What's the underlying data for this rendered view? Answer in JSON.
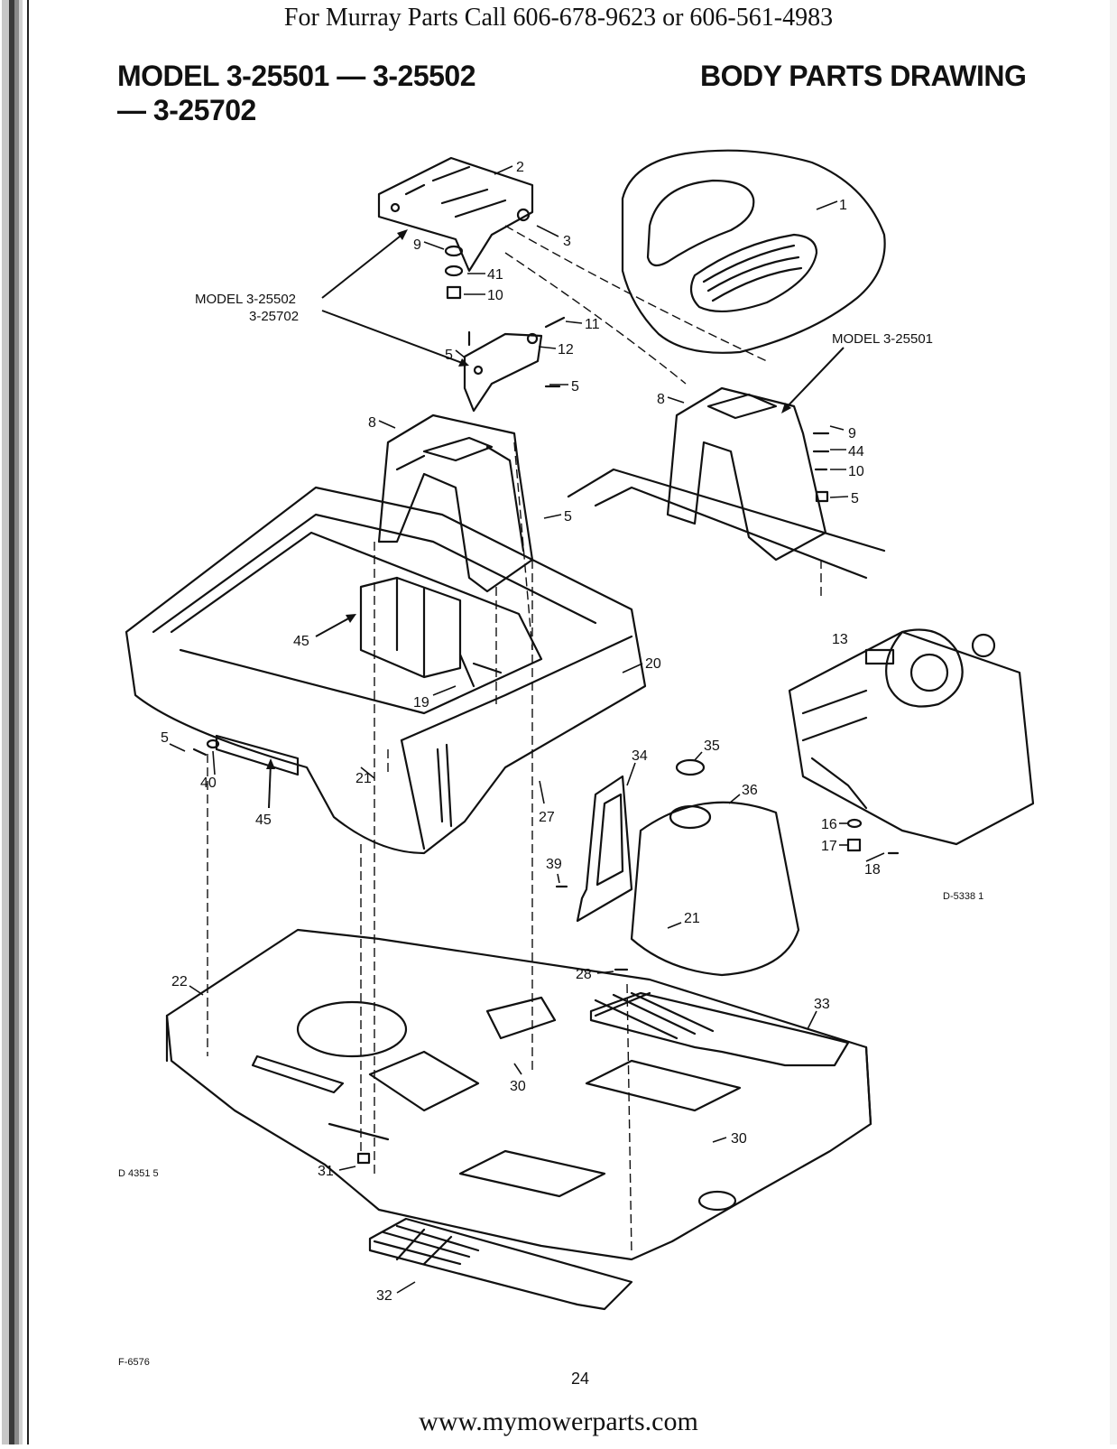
{
  "header": {
    "contact": "For Murray Parts Call 606-678-9623 or 606-561-4983"
  },
  "title": {
    "model_line1": "MODEL 3-25501 — 3-25502",
    "model_line2": "— 3-25702",
    "drawing": "BODY PARTS DRAWING"
  },
  "callouts": {
    "model_left_1": "MODEL 3-25502",
    "model_left_2": "3-25702",
    "model_right": "MODEL 3-25501"
  },
  "part_labels": [
    {
      "id": "p1",
      "text": "1"
    },
    {
      "id": "p2",
      "text": "2"
    },
    {
      "id": "p3",
      "text": "3"
    },
    {
      "id": "p9a",
      "text": "9"
    },
    {
      "id": "p41",
      "text": "41"
    },
    {
      "id": "p10a",
      "text": "10"
    },
    {
      "id": "p11",
      "text": "11"
    },
    {
      "id": "p5a",
      "text": "5"
    },
    {
      "id": "p12",
      "text": "12"
    },
    {
      "id": "p5b",
      "text": "5"
    },
    {
      "id": "p8a",
      "text": "8"
    },
    {
      "id": "p8b",
      "text": "8"
    },
    {
      "id": "p9b",
      "text": "9"
    },
    {
      "id": "p44",
      "text": "44"
    },
    {
      "id": "p10b",
      "text": "10"
    },
    {
      "id": "p5c",
      "text": "5"
    },
    {
      "id": "p5d",
      "text": "5"
    },
    {
      "id": "p45a",
      "text": "45"
    },
    {
      "id": "p13",
      "text": "13"
    },
    {
      "id": "p20",
      "text": "20"
    },
    {
      "id": "p19",
      "text": "19"
    },
    {
      "id": "p5e",
      "text": "5"
    },
    {
      "id": "p40",
      "text": "40"
    },
    {
      "id": "p45b",
      "text": "45"
    },
    {
      "id": "p21a",
      "text": "21"
    },
    {
      "id": "p34",
      "text": "34"
    },
    {
      "id": "p35",
      "text": "35"
    },
    {
      "id": "p36",
      "text": "36"
    },
    {
      "id": "p27",
      "text": "27"
    },
    {
      "id": "p16",
      "text": "16"
    },
    {
      "id": "p17",
      "text": "17"
    },
    {
      "id": "p18",
      "text": "18"
    },
    {
      "id": "p39",
      "text": "39"
    },
    {
      "id": "p21b",
      "text": "21"
    },
    {
      "id": "p22",
      "text": "22"
    },
    {
      "id": "p28",
      "text": "28"
    },
    {
      "id": "p33",
      "text": "33"
    },
    {
      "id": "p30a",
      "text": "30"
    },
    {
      "id": "p30b",
      "text": "30"
    },
    {
      "id": "p31",
      "text": "31"
    },
    {
      "id": "p32",
      "text": "32"
    }
  ],
  "codes": {
    "engine_code": "D-5338 1",
    "base_code": "D 4351 5",
    "form_code": "F-6576"
  },
  "page_number": "24",
  "footer": {
    "website": "www.mymowerparts.com"
  }
}
